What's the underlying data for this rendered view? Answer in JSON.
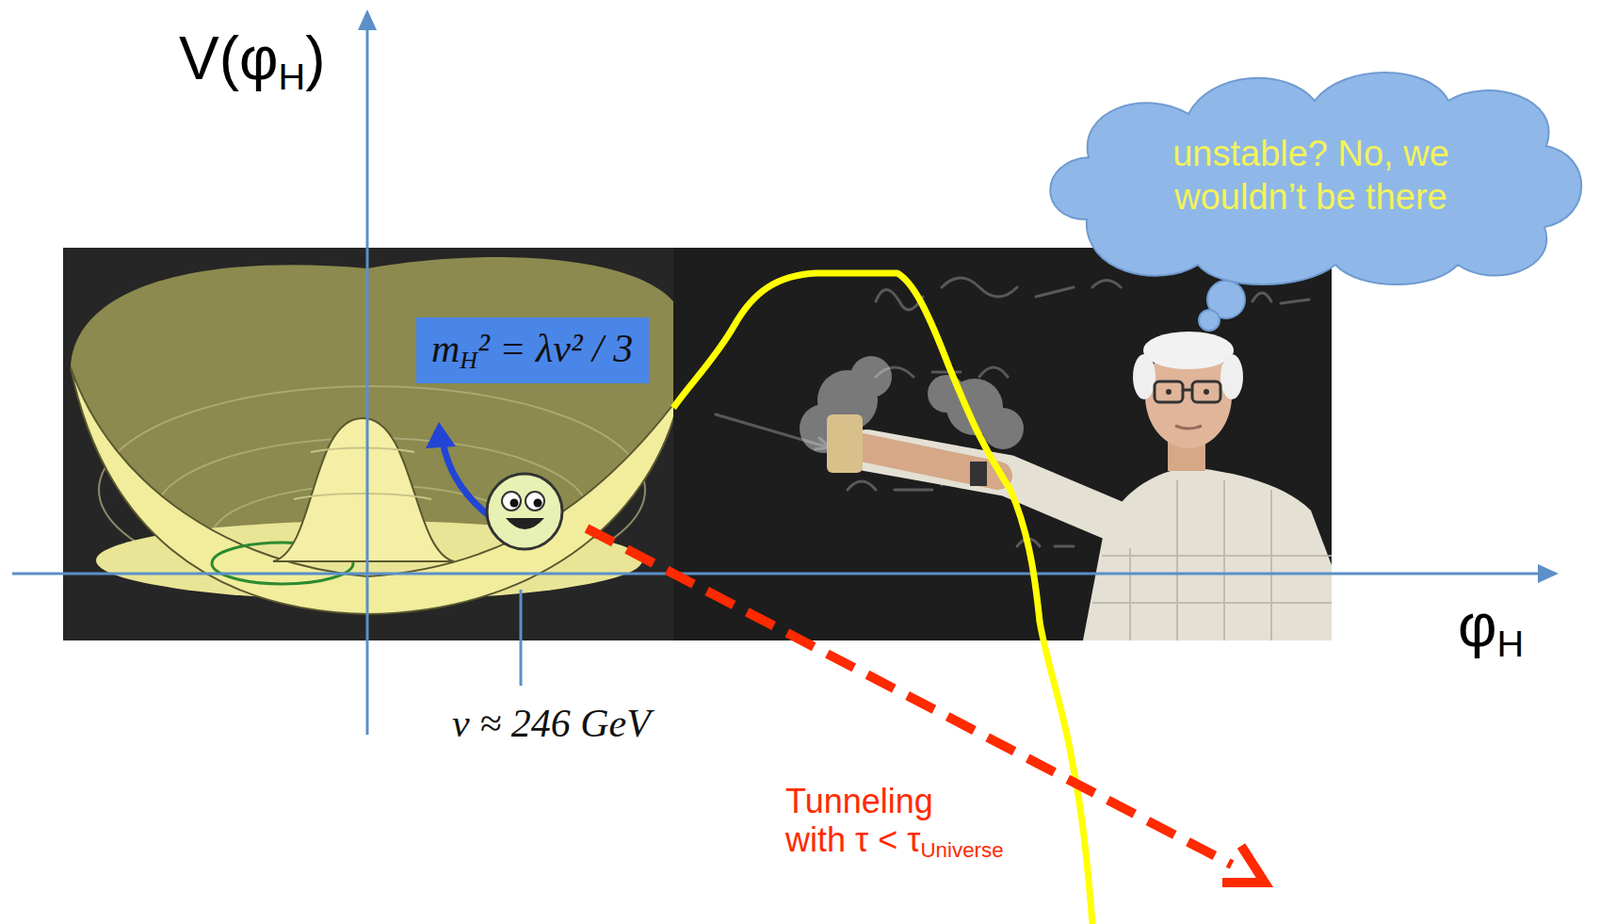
{
  "diagram": {
    "nodes": [
      {
        "text": [
          "unstable? No, we wouldn’t be there"
        ]
      },
      {
        "text": [
          "mH² = λv² / 3"
        ]
      }
    ],
    "labels": [
      "V(φH)",
      "φH",
      "v ≈ 246 GeV",
      "Tunneling with τ < τUniverse"
    ]
  }
}
